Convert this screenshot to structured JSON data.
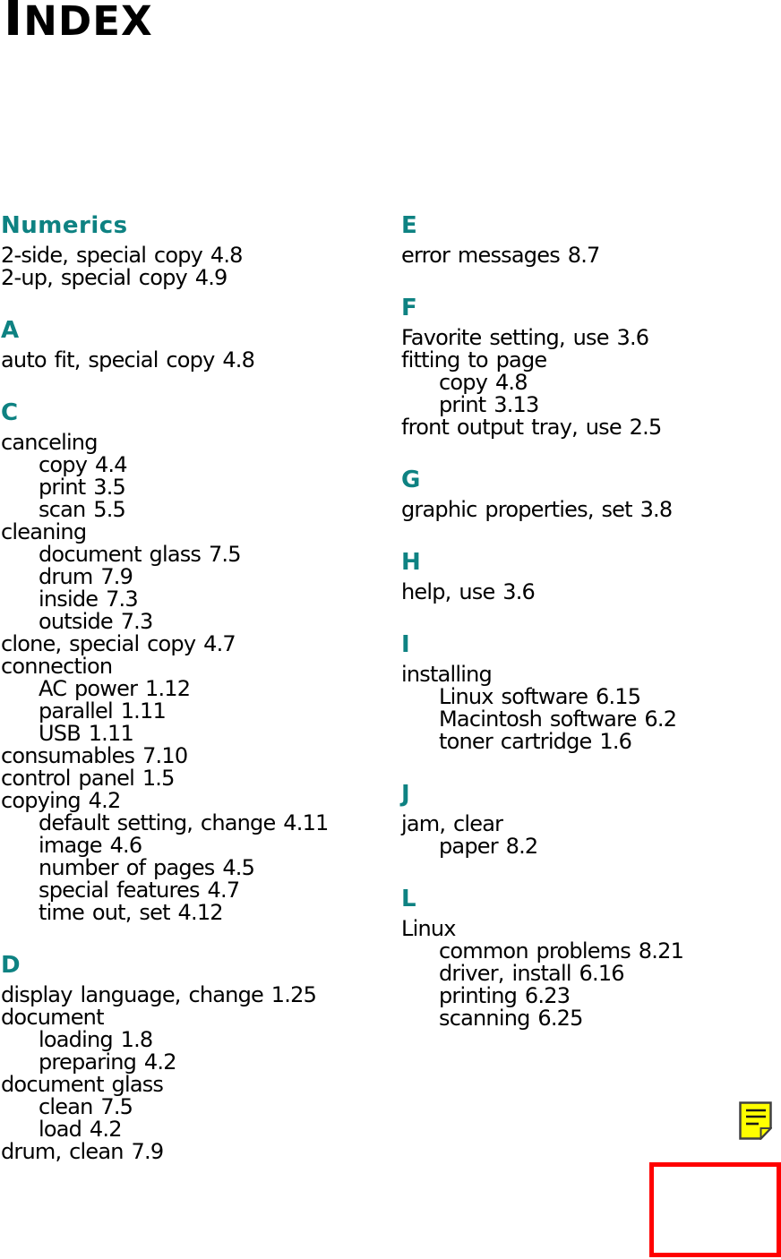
{
  "title": {
    "first_letter": "I",
    "rest": "NDEX"
  },
  "colors": {
    "section_header": "#0e8282",
    "note_fill": "#ffff00",
    "note_border": "#404040",
    "link_box_border": "#ff0000"
  },
  "columns": [
    {
      "sections": [
        {
          "letter": "Numerics",
          "entries": [
            {
              "text": "2-side, special copy 4.8",
              "indent": 0
            },
            {
              "text": "2-up, special copy 4.9",
              "indent": 0
            }
          ]
        },
        {
          "letter": "A",
          "entries": [
            {
              "text": "auto fit, special copy 4.8",
              "indent": 0
            }
          ]
        },
        {
          "letter": "C",
          "entries": [
            {
              "text": "canceling",
              "indent": 0
            },
            {
              "text": "copy 4.4",
              "indent": 1
            },
            {
              "text": "print 3.5",
              "indent": 1
            },
            {
              "text": "scan 5.5",
              "indent": 1
            },
            {
              "text": "cleaning",
              "indent": 0
            },
            {
              "text": "document glass 7.5",
              "indent": 1
            },
            {
              "text": "drum 7.9",
              "indent": 1
            },
            {
              "text": "inside 7.3",
              "indent": 1
            },
            {
              "text": "outside 7.3",
              "indent": 1
            },
            {
              "text": "clone, special copy 4.7",
              "indent": 0
            },
            {
              "text": "connection",
              "indent": 0
            },
            {
              "text": "AC power 1.12",
              "indent": 1
            },
            {
              "text": "parallel 1.11",
              "indent": 1
            },
            {
              "text": "USB 1.11",
              "indent": 1
            },
            {
              "text": "consumables 7.10",
              "indent": 0
            },
            {
              "text": "control panel 1.5",
              "indent": 0
            },
            {
              "text": "copying 4.2",
              "indent": 0
            },
            {
              "text": "default setting, change 4.11",
              "indent": 1
            },
            {
              "text": "image 4.6",
              "indent": 1
            },
            {
              "text": "number of pages 4.5",
              "indent": 1
            },
            {
              "text": "special features 4.7",
              "indent": 1
            },
            {
              "text": "time out, set 4.12",
              "indent": 1
            }
          ]
        },
        {
          "letter": "D",
          "entries": [
            {
              "text": "display language, change 1.25",
              "indent": 0
            },
            {
              "text": "document",
              "indent": 0
            },
            {
              "text": "loading 1.8",
              "indent": 1
            },
            {
              "text": "preparing 4.2",
              "indent": 1
            },
            {
              "text": "document glass",
              "indent": 0
            },
            {
              "text": "clean 7.5",
              "indent": 1
            },
            {
              "text": "load 4.2",
              "indent": 1
            },
            {
              "text": "drum, clean 7.9",
              "indent": 0
            }
          ]
        }
      ]
    },
    {
      "sections": [
        {
          "letter": "E",
          "entries": [
            {
              "text": "error messages 8.7",
              "indent": 0
            }
          ]
        },
        {
          "letter": "F",
          "entries": [
            {
              "text": "Favorite setting, use 3.6",
              "indent": 0
            },
            {
              "text": "fitting to page",
              "indent": 0
            },
            {
              "text": "copy 4.8",
              "indent": 1
            },
            {
              "text": "print 3.13",
              "indent": 1
            },
            {
              "text": "front output tray, use 2.5",
              "indent": 0
            }
          ]
        },
        {
          "letter": "G",
          "entries": [
            {
              "text": "graphic properties, set 3.8",
              "indent": 0
            }
          ]
        },
        {
          "letter": "H",
          "entries": [
            {
              "text": "help, use 3.6",
              "indent": 0
            }
          ]
        },
        {
          "letter": "I",
          "entries": [
            {
              "text": "installing",
              "indent": 0
            },
            {
              "text": "Linux software 6.15",
              "indent": 1
            },
            {
              "text": "Macintosh software 6.2",
              "indent": 1
            },
            {
              "text": "toner cartridge 1.6",
              "indent": 1
            }
          ]
        },
        {
          "letter": "J",
          "entries": [
            {
              "text": "jam, clear",
              "indent": 0
            },
            {
              "text": "paper 8.2",
              "indent": 1
            }
          ]
        },
        {
          "letter": "L",
          "entries": [
            {
              "text": "Linux",
              "indent": 0
            },
            {
              "text": "common problems 8.21",
              "indent": 1
            },
            {
              "text": "driver, install 6.16",
              "indent": 1
            },
            {
              "text": "printing 6.23",
              "indent": 1
            },
            {
              "text": "scanning 6.25",
              "indent": 1
            }
          ]
        }
      ]
    }
  ]
}
